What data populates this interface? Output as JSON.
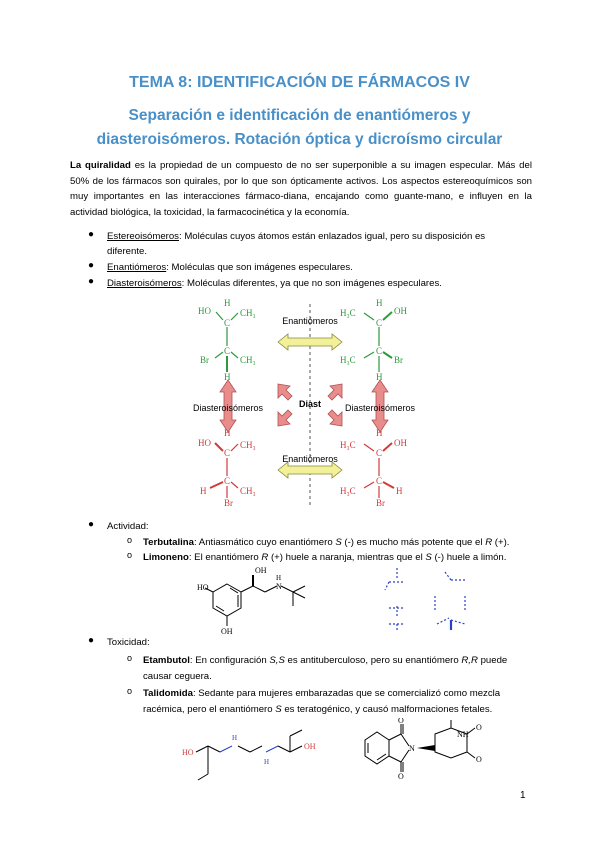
{
  "title": "TEMA 8: IDENTIFICACIÓN DE FÁRMACOS IV",
  "subtitle_line1": "Separación e identificación de enantiómeros y",
  "subtitle_line2": "diasteroisómeros. Rotación óptica y dicroísmo circular",
  "intro": {
    "bold": "La quiralidad",
    "rest": " es la propiedad de un compuesto de no ser superponible a su imagen especular. Más del 50% de los fármacos son quirales, por lo que son ópticamente activos. Los aspectos estereoquímicos son muy importantes en las interacciones fármaco-diana, encajando como guante-mano, e influyen en la actividad biológica, la toxicidad, la farmacocinética y la economía."
  },
  "definitions": [
    {
      "term": "Estereoisómeros",
      "text": ": Moléculas cuyos átomos están enlazados igual, pero su disposición es",
      "text2": "diferente."
    },
    {
      "term": "Enantiómeros",
      "text": ": Moléculas que son imágenes especulares.",
      "text2": ""
    },
    {
      "term": "Diasteroisómeros",
      "text": ": Moléculas diferentes, ya que no son imágenes especulares.",
      "text2": ""
    }
  ],
  "diagram": {
    "label_enantiomers_top": "Enantiómeros",
    "label_enantiomers_bottom": "Enantiómeros",
    "label_diast_left": "Diasteroisómeros",
    "label_diast_right": "Diasteroisómeros",
    "label_diast_center": "Diast",
    "atoms": {
      "HO": "HO",
      "H": "H",
      "CH3": "CH₃",
      "H3C": "H₃C",
      "Br": "Br",
      "C": "C",
      "OH": "OH"
    },
    "colors": {
      "green": "#2e9a3c",
      "red": "#d23a3a",
      "arrow_yellow": "#f3f09a",
      "arrow_pink": "#e88c8c"
    }
  },
  "actividad": {
    "heading": "Actividad:",
    "items": [
      {
        "bold": "Terbutalina",
        "pre": ": Antiasmático cuyo enantiómero ",
        "it1": "S",
        "mid": " (-) es mucho más potente que el ",
        "it2": "R",
        "post": " (+)."
      },
      {
        "bold": "Limoneno",
        "pre": ": El enantiómero ",
        "it1": "R",
        "mid": " (+) huele a naranja, mientras que el ",
        "it2": "S",
        "post": " (-) huele a limón."
      }
    ],
    "terbutaline_atoms": {
      "HO": "HO",
      "OH": "OH",
      "N": "N",
      "H": "H"
    }
  },
  "toxicidad": {
    "heading": "Toxicidad:",
    "items": [
      {
        "bold": "Etambutol",
        "pre": ": En configuración ",
        "it1": "S,S",
        "mid": " es antituberculoso, pero su enantiómero ",
        "it2": "R,R",
        "post": " puede",
        "line2": "causar ceguera."
      },
      {
        "bold": "Talidomida",
        "pre": ": Sedante para mujeres embarazadas que se comercializó como mezcla",
        "line2": "racémica, pero el enantiómero ",
        "it1": "S",
        "post": " es teratogénico, y causó malformaciones fetales."
      }
    ],
    "ethambutol_atoms": {
      "HO": "HO",
      "OH": "OH",
      "H": "H"
    },
    "thalidomide_atoms": {
      "N": "N",
      "NH": "NH",
      "O": "O"
    }
  },
  "page_number": "1"
}
